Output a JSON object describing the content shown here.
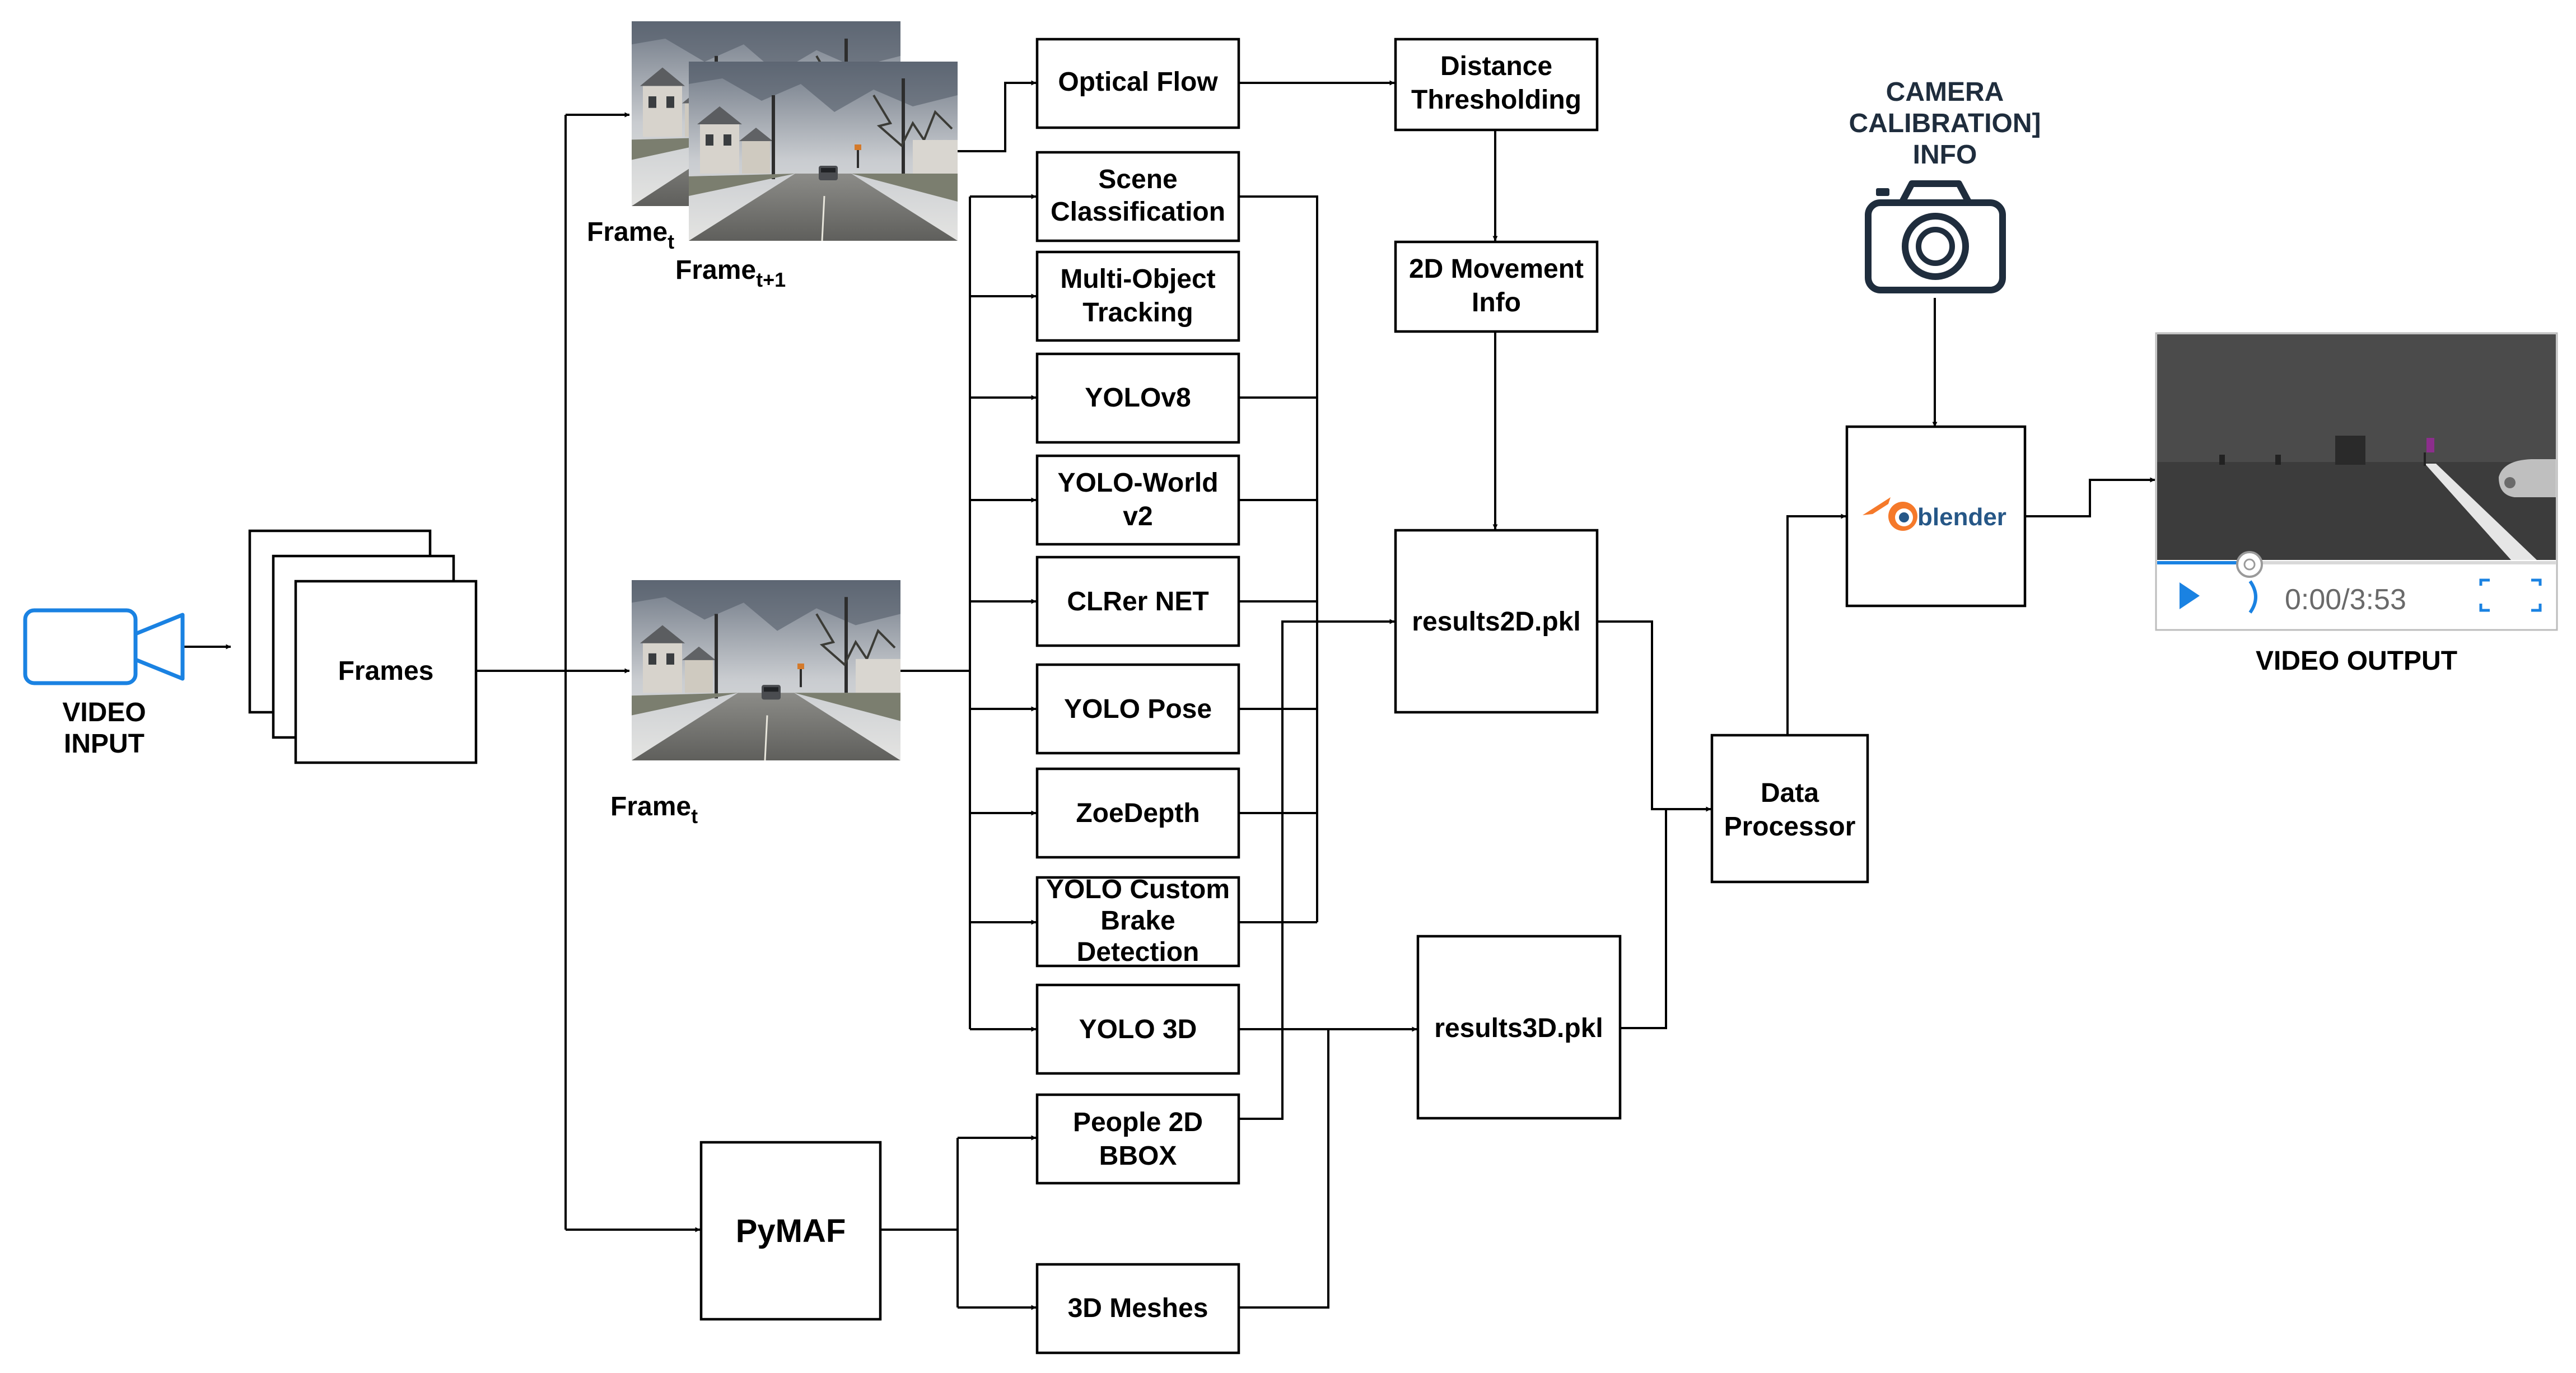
{
  "input": {
    "line1": "VIDEO",
    "line2": "INPUT",
    "color": "#1a82e2"
  },
  "frames": {
    "label": "Frames"
  },
  "frame_t_label": "Frame",
  "frame_t_sub": "t",
  "frame_t1_label": "Frame",
  "frame_t1_sub": "t+1",
  "pymaf": {
    "label": "PyMAF"
  },
  "modules": {
    "optical_flow": [
      "Optical Flow"
    ],
    "scene_classification": [
      "Scene",
      "Classification"
    ],
    "multi_object_tracking": [
      "Multi-Object",
      "Tracking"
    ],
    "yolov8": [
      "YOLOv8"
    ],
    "yolo_world": [
      "YOLO-World",
      "v2"
    ],
    "clrer_net": [
      "CLRer NET"
    ],
    "yolo_pose": [
      "YOLO Pose"
    ],
    "zoedepth": [
      "ZoeDepth"
    ],
    "yolo_brake": [
      "YOLO Custom",
      "Brake",
      "Detection"
    ],
    "yolo_3d": [
      "YOLO 3D"
    ],
    "people_2d_bbox": [
      "People 2D",
      "BBOX"
    ],
    "meshes_3d": [
      "3D Meshes"
    ],
    "distance_thresholding": [
      "Distance",
      "Thresholding"
    ],
    "movement_2d": [
      "2D Movement",
      "Info"
    ],
    "results_2d": [
      "results2D.pkl"
    ],
    "results_3d": [
      "results3D.pkl"
    ],
    "data_processor": [
      "Data",
      "Processor"
    ]
  },
  "camera": {
    "line1": "CAMERA",
    "line2": "CALIBRATION]",
    "line3": "INFO",
    "color": "#1f2d3d"
  },
  "blender": {
    "label": "blender",
    "accent": "#f5792a",
    "text_color": "#265787"
  },
  "video_output": {
    "caption": "VIDEO OUTPUT",
    "time": "0:00/3:53",
    "accent": "#1a82e2"
  }
}
